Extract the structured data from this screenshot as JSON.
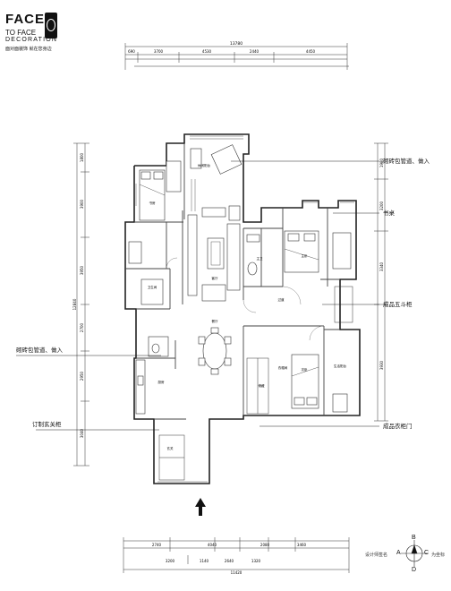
{
  "brand": {
    "line1": "FACE",
    "line2": "TO FACE",
    "line3": "DECORATION",
    "tagline": "面对面装饰 就在您身边"
  },
  "top_dimensions": {
    "total": "13780",
    "segments": [
      "690",
      "3700",
      "4530",
      "2440",
      "4450"
    ]
  },
  "bottom_dimensions": {
    "total": "11420",
    "row1": [
      "2740",
      "4040",
      "2080",
      "3460"
    ],
    "row2": [
      "3200",
      "1140",
      "2640",
      "1320"
    ]
  },
  "left_dimensions": {
    "total": "12840",
    "segments": [
      "1800",
      "3900",
      "3950",
      "2700",
      "2950",
      "3040"
    ]
  },
  "right_dimensions": {
    "segments": [
      "1980",
      "3200",
      "3340",
      "3930"
    ]
  },
  "annotations": {
    "top_right": "砌砖包管道、做入",
    "right_mid1": "书桌",
    "right_mid2": "成品五斗柜",
    "right_bottom": "成品衣柜门",
    "left_mid": "砌砖包管道、做入",
    "left_bottom": "订制玄关柜"
  },
  "room_labels": {
    "bedroom1": "主卧",
    "bedroom2": "次卧",
    "kitchen": "厨房",
    "bath1": "卫生间",
    "bath2": "主卫",
    "living": "客厅",
    "dining": "餐厅",
    "balcony": "休闲阳台",
    "study": "书房",
    "entry": "玄关",
    "passage": "过道",
    "laundry": "生活阳台",
    "storage": "储藏",
    "closet": "衣帽间"
  },
  "compass": {
    "N": "B",
    "E": "C",
    "S": "D",
    "W": "A",
    "note": "为坐标"
  },
  "credit": "设计师签名"
}
